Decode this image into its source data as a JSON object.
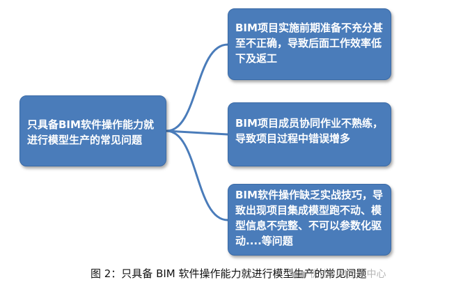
{
  "diagram": {
    "root": {
      "label": "只具备BIM软件操作能力就进行模型生产的常见问题"
    },
    "branches": [
      {
        "label": "BIM项目实施前期准备不充分甚至不正确，导致后面工作效率低下及返工"
      },
      {
        "label": "BIM项目成员协同作业不熟练，导致项目过程中错误增多"
      },
      {
        "label": "BIM软件操作缺乏实战技巧，导致出现项目集成模型跑不动、模型信息不完整、不可以参数化驱动....等问题"
      }
    ],
    "colors": {
      "box_fill": "#4a7cba",
      "box_border": "#3a6aa6",
      "connector": "#4a7cba",
      "text": "#ffffff"
    }
  },
  "caption": "图 2：只具备 BIM 软件操作能力就进行模型生产的常见问题",
  "watermark": {
    "text": "优比BIM技术中心",
    "icon": "wechat-icon"
  }
}
